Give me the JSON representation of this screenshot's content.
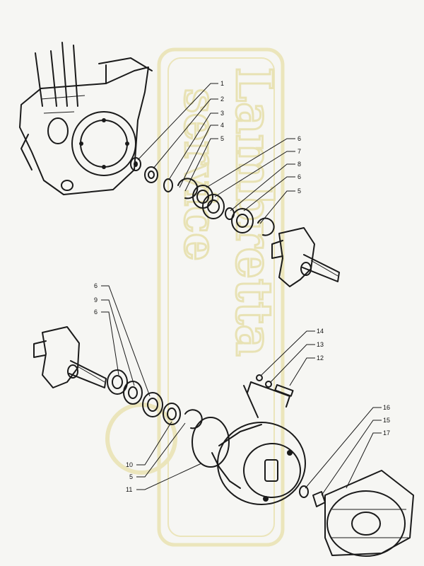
{
  "watermark": {
    "line1": "Lambretta",
    "line2": "service"
  },
  "callouts_upper": [
    "1",
    "2",
    "3",
    "4",
    "5",
    "6",
    "7",
    "8",
    "6",
    "5"
  ],
  "callouts_lower_left": [
    "6",
    "9",
    "6",
    "10",
    "5",
    "11"
  ],
  "callouts_lower_right": [
    "14",
    "13",
    "12",
    "16",
    "15",
    "17"
  ],
  "colors": {
    "ink": "#1a1a1a",
    "watermark": "#e8e2b4",
    "paper": "#f6f6f3"
  }
}
